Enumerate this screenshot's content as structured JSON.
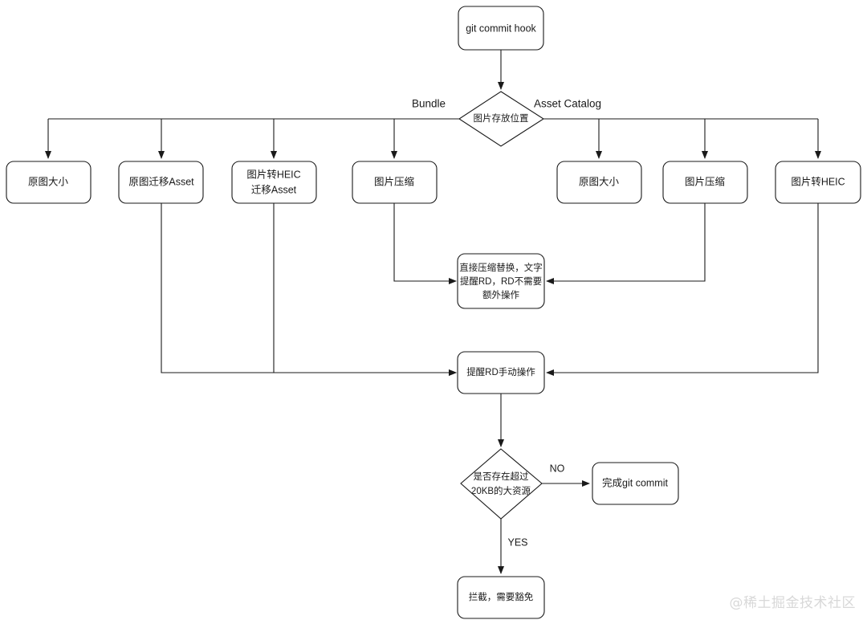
{
  "diagram": {
    "title": "git commit hook image policy flowchart",
    "background_color": "#ffffff",
    "stroke_color": "#1a1a1a",
    "text_color": "#1a1a1a"
  },
  "nodes": {
    "start": {
      "label": "git commit hook",
      "shape": "rounded-rect"
    },
    "decision_location": {
      "label": "图片存放位置",
      "shape": "diamond"
    },
    "bundle_orig_size": {
      "label": "原图大小",
      "shape": "rounded-rect"
    },
    "bundle_migrate_asset": {
      "label": "原图迁移Asset",
      "shape": "rounded-rect"
    },
    "bundle_heic_migrate": {
      "label_line1": "图片转HEIC",
      "label_line2": "迁移Asset",
      "shape": "rounded-rect"
    },
    "bundle_compress": {
      "label": "图片压缩",
      "shape": "rounded-rect"
    },
    "asset_orig_size": {
      "label": "原图大小",
      "shape": "rounded-rect"
    },
    "asset_compress": {
      "label": "图片压缩",
      "shape": "rounded-rect"
    },
    "asset_heic": {
      "label": "图片转HEIC",
      "shape": "rounded-rect"
    },
    "auto_compress_note": {
      "label_line1": "直接压缩替换，文字",
      "label_line2": "提醒RD，RD不需要",
      "label_line3": "额外操作",
      "shape": "rounded-rect"
    },
    "notify_rd": {
      "label": "提醒RD手动操作",
      "shape": "rounded-rect"
    },
    "decision_size": {
      "label_line1": "是否存在超过",
      "label_line2": "20KB的大资源",
      "shape": "diamond"
    },
    "finish_commit": {
      "label": "完成git commit",
      "shape": "rounded-rect"
    },
    "block": {
      "label": "拦截，需要豁免",
      "shape": "rounded-rect"
    }
  },
  "branch_labels": {
    "bundle": "Bundle",
    "asset_catalog": "Asset Catalog"
  },
  "edge_labels": {
    "no": "NO",
    "yes": "YES"
  },
  "watermark": {
    "text": "@稀土掘金技术社区",
    "color": "#d8d8d8"
  }
}
